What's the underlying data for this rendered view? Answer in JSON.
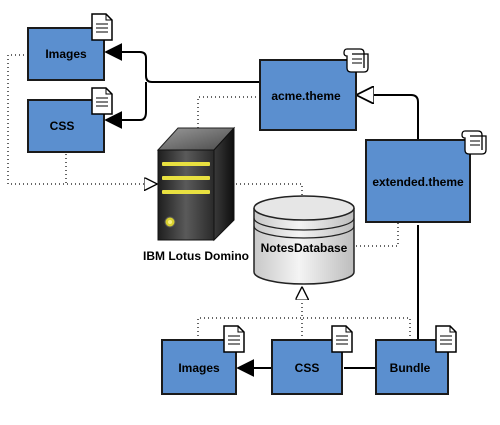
{
  "nodes": {
    "images_top": "Images",
    "css_top": "CSS",
    "acme_theme": "acme.theme",
    "extended_theme": "extended.theme",
    "server": "IBM Lotus Domino",
    "database": "NotesDatabase",
    "images_bottom": "Images",
    "css_bottom": "CSS",
    "bundle": "Bundle"
  },
  "icons": {
    "document": "document-icon",
    "scroll": "scroll-icon",
    "server": "server-tower-icon",
    "database": "database-cylinder-icon"
  },
  "colors": {
    "box_fill": "#5b8fcf",
    "box_border": "#1a1a1a",
    "server_light": "#e8e040",
    "connector": "#000000"
  }
}
